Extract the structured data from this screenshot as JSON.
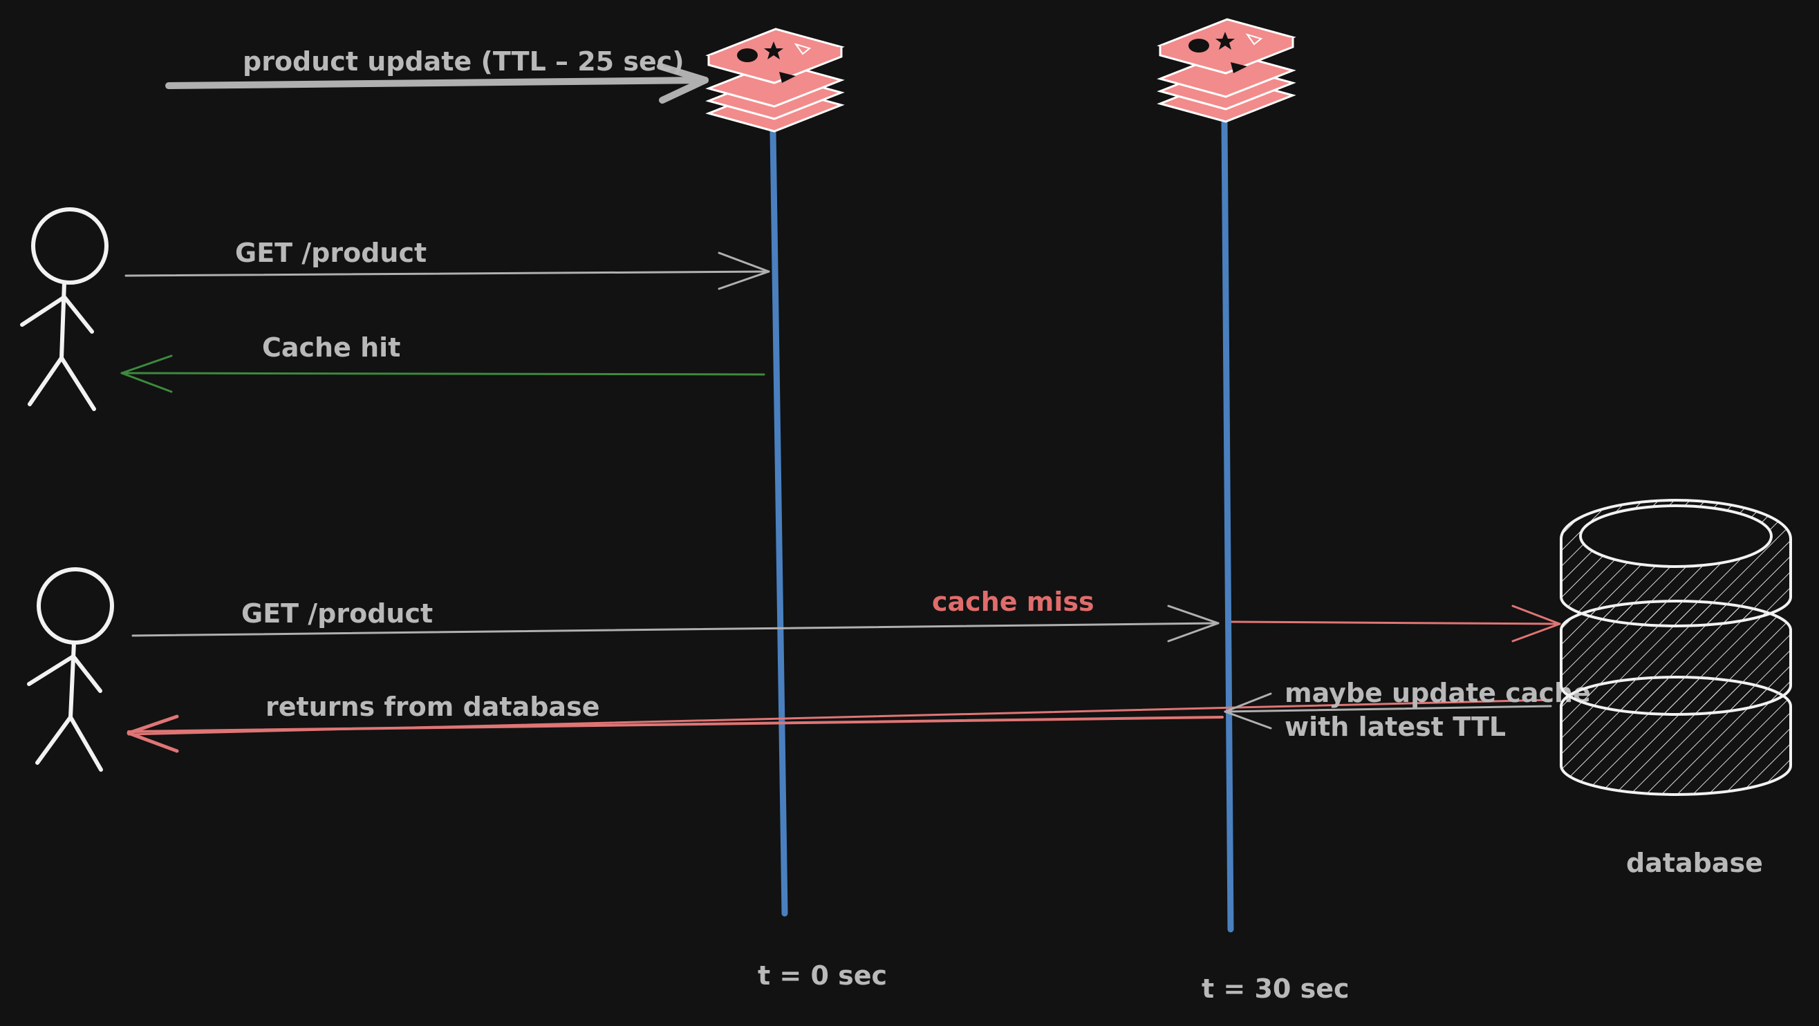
{
  "colors": {
    "background": "#121212",
    "timeline": "#4a80bf",
    "request_arrow": "#b0b0b0",
    "hit_arrow": "#3d8a3d",
    "miss_arrow": "#e07575",
    "cache_fill": "#f28b8b",
    "label_text": "#b9b9b9",
    "miss_text": "#e06c6c",
    "outline": "#ffffff"
  },
  "icons": {
    "users": "stick-figure-icon",
    "cache": "cache-stack-icon",
    "database": "database-cylinder-icon"
  },
  "labels": {
    "product_update": "product update  (TTL – 25 sec)",
    "get_product_1": "GET /product",
    "cache_hit": "Cache hit",
    "get_product_2": "GET /product",
    "cache_miss": "cache miss",
    "returns_from_database": "returns from database",
    "maybe_update_line1": "maybe update cache",
    "maybe_update_line2": "with latest TTL",
    "database": "database",
    "t0": "t = 0 sec",
    "t30": "t = 30 sec"
  }
}
